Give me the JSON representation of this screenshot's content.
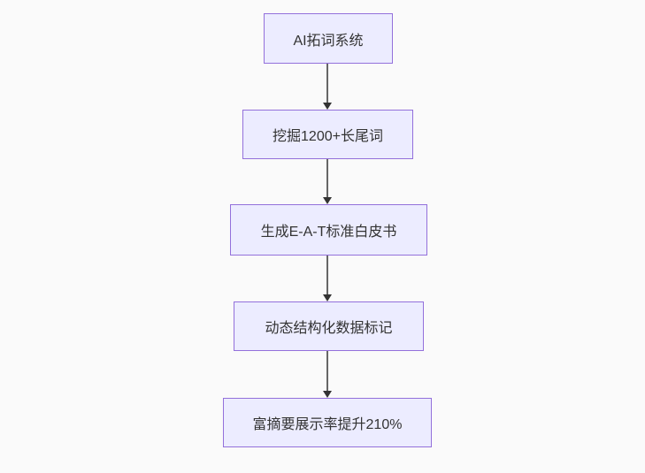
{
  "page": {
    "background_color": "#fafafa"
  },
  "diagram": {
    "type": "flowchart",
    "direction": "top-down",
    "style": {
      "node_fill_color": "#ECECFF",
      "node_border_color": "#9370DB",
      "node_text_color": "#333333",
      "edge_line_color": "#666666",
      "arrowhead_color": "#333333"
    },
    "nodes": [
      {
        "label": "AI拓词系统"
      },
      {
        "label": "挖掘1200+长尾词"
      },
      {
        "label": "生成E-A-T标准白皮书"
      },
      {
        "label": "动态结构化数据标记"
      },
      {
        "label": "富摘要展示率提升210%"
      }
    ],
    "edges": [
      {
        "from": "AI拓词系统",
        "to": "挖掘1200+长尾词"
      },
      {
        "from": "挖掘1200+长尾词",
        "to": "生成E-A-T标准白皮书"
      },
      {
        "from": "生成E-A-T标准白皮书",
        "to": "动态结构化数据标记"
      },
      {
        "from": "动态结构化数据标记",
        "to": "富摘要展示率提升210%"
      }
    ]
  }
}
